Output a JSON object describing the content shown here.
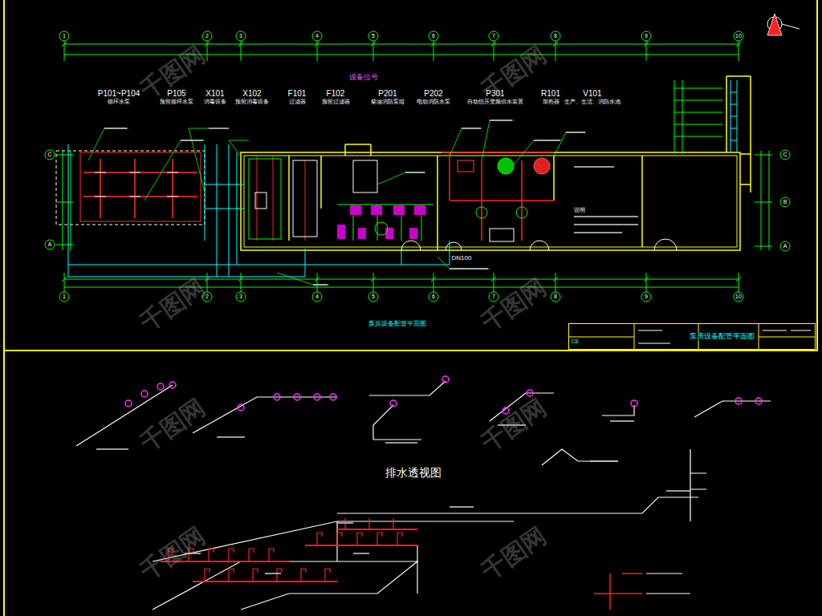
{
  "diagram": {
    "nodes": [
      {
        "text": [
          "泵房设备配管平面图"
        ]
      }
    ],
    "labels": [
      "设备位号",
      "P101~P104",
      "循环水泵",
      "P105",
      "预留循环水泵",
      "X101",
      "消毒设备",
      "X102",
      "预留消毒设备",
      "F101",
      "过滤器",
      "F102",
      "预留过滤器",
      "P201",
      "柴油消防泵组",
      "P202",
      "电动消防水泵",
      "P301",
      "自动恒压变频供水装置",
      "R101",
      "加热器",
      "V101",
      "生产、生活、消防水池",
      "DN100",
      "说明",
      "泵房设备配管平面图",
      "排水透视图",
      "C8",
      "1",
      "2",
      "3",
      "4",
      "5",
      "6",
      "7",
      "8",
      "9",
      "10",
      "1",
      "2",
      "3",
      "4",
      "5",
      "6",
      "7",
      "8",
      "9",
      "10",
      "C",
      "A",
      "C",
      "B",
      "A",
      "千图网",
      "千图网",
      "千图网",
      "千图网",
      "千图网",
      "千图网",
      "千图网",
      "千图网"
    ]
  }
}
